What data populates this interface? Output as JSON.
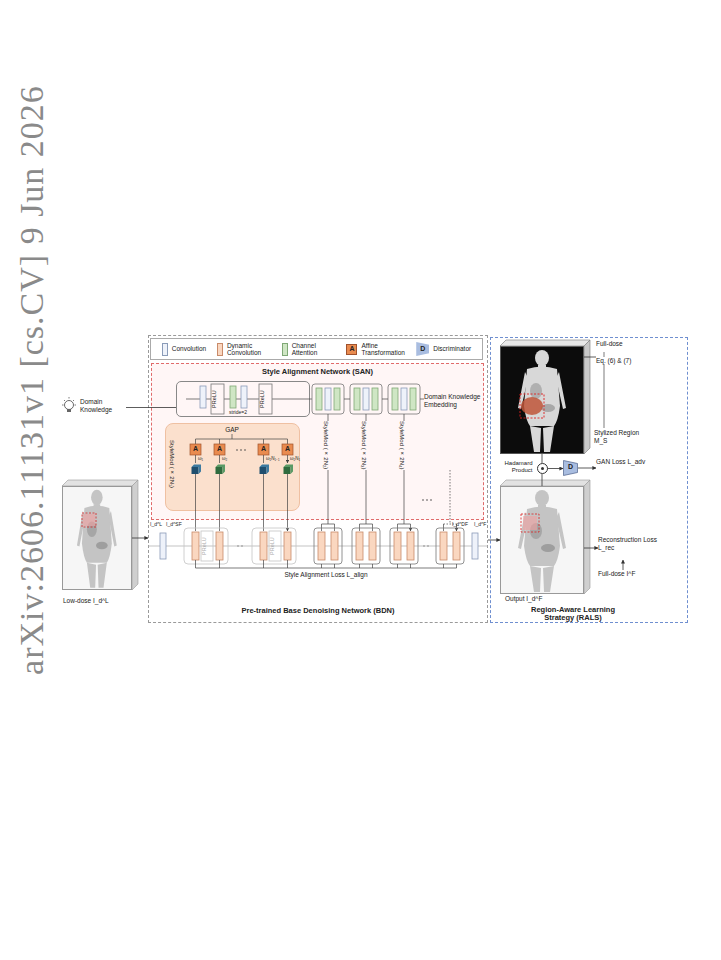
{
  "diagram": {
    "nodes": [
      {
        "text": [
          "Pre-trained Base Denoising Network (BDN)"
        ]
      },
      {
        "text": [
          "Style Alignment Network (SAN)"
        ],
        "in": 0
      },
      {
        "text": [
          "PReLU",
          "PReLU",
          "stride=2"
        ],
        "in": 1
      },
      {
        "text": [
          "GAP",
          "StyleMod (× 2N₁)"
        ],
        "in": 1
      },
      {
        "text": [
          "Domain Knowledge"
        ]
      },
      {
        "text": [
          "Low-dose I_d^L"
        ]
      },
      {
        "text": [
          "Region-Aware Learning Strategy (RALS)"
        ]
      },
      {
        "text": [
          "Stylized Region M_S"
        ],
        "in": 6
      },
      {
        "text": [
          "Output I_d^F"
        ],
        "in": 6
      },
      {
        "text": [
          "Hadamard Product"
        ],
        "in": 6
      },
      {
        "text": [
          "D"
        ],
        "in": 6
      },
      {
        "text": [
          "GAN Loss L_adv"
        ],
        "in": 6
      },
      {
        "text": [
          "Reconstruction Loss L_rec"
        ],
        "in": 6
      },
      {
        "text": [
          "Full-dose I^F"
        ],
        "in": 6
      },
      {
        "text": [
          "Full-dose",
          "Eq. (6) & (7)"
        ],
        "in": 6
      }
    ],
    "edges": [
      {
        "from": 4,
        "to": 2,
        "arrow": "none"
      },
      {
        "from": 5,
        "to": 0,
        "arrow": "to"
      },
      {
        "from": 0,
        "to": 8,
        "arrow": "to"
      },
      {
        "from": 7,
        "to": 9,
        "arrow": "none"
      },
      {
        "from": 8,
        "to": 9,
        "arrow": "none"
      },
      {
        "from": 9,
        "to": 10,
        "arrow": "to"
      },
      {
        "from": 10,
        "to": 11,
        "arrow": "to"
      },
      {
        "from": 8,
        "to": 12,
        "arrow": "to"
      },
      {
        "from": 13,
        "to": 12,
        "arrow": "to"
      },
      {
        "from": 14,
        "to": 7,
        "arrow": "none"
      }
    ],
    "labels": [
      "arXiv:2606.11131v1 [cs.CV] 9 Jun 2026",
      "A",
      "D",
      "Domain Knowledge Embedding",
      "StyleMod (× 2N₂)",
      "StyleMod (× 2N₃)",
      "StyleMod (× 2N₄)",
      "A",
      "A",
      "A",
      "A",
      "ω₁",
      "ω₂",
      "ω₂N₁₋₁",
      "ω₂N₁",
      "PReLU",
      "PReLU",
      "I_d^L",
      "I_d^SF",
      "I_d^DF",
      "I_d^F",
      "Style Alignment Loss L_align"
    ],
    "legend": [
      {
        "text": "Convolution",
        "color": "#eef2fa"
      },
      {
        "text": "Dynamic Convolution",
        "color": "#fad7c0"
      },
      {
        "text": "Channel Attention",
        "color": "#cfe6c4"
      },
      {
        "text": "Affine Transformation",
        "color": "#e98b4f"
      },
      {
        "text": "Discriminator",
        "color": "#a9bde0"
      }
    ]
  }
}
